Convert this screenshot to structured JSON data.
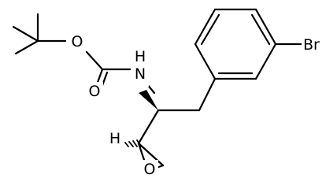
{
  "molecule": {
    "atom_labels": {
      "boc_ether_oxygen": "O",
      "carbonyl_oxygen": "O",
      "amide_nitrogen": "N",
      "amide_hydrogen": "H",
      "epoxide_hydrogen": "H",
      "epoxide_oxygen": "O",
      "bromine": "Br"
    }
  }
}
